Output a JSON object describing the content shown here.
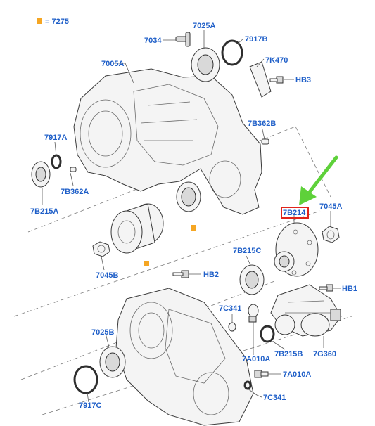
{
  "legend": {
    "marker_color": "#f5a623",
    "text": "= 7275"
  },
  "accent": {
    "label_color": "#1f5fc8",
    "highlight_color": "#e0241b",
    "arrow_color": "#5ed13a"
  },
  "labels": {
    "p7034": "7034",
    "p7025A": "7025A",
    "p7917B": "7917B",
    "p7K470": "7K470",
    "pHB3": "HB3",
    "p7005A": "7005A",
    "p7B362B": "7B362B",
    "p7917A": "7917A",
    "p7B215A": "7B215A",
    "p7B362A": "7B362A",
    "p7B214": "7B214",
    "p7045A": "7045A",
    "p7045B": "7045B",
    "p7B215C": "7B215C",
    "pHB2": "HB2",
    "pHB1": "HB1",
    "p7C341a": "7C341",
    "p7025B": "7025B",
    "p7B215B": "7B215B",
    "p7G360": "7G360",
    "p7A010A": "7A010A",
    "p7A010A2": "7A010A",
    "p7917C": "7917C",
    "p7C341b": "7C341"
  },
  "highlighted_part": "7B214"
}
